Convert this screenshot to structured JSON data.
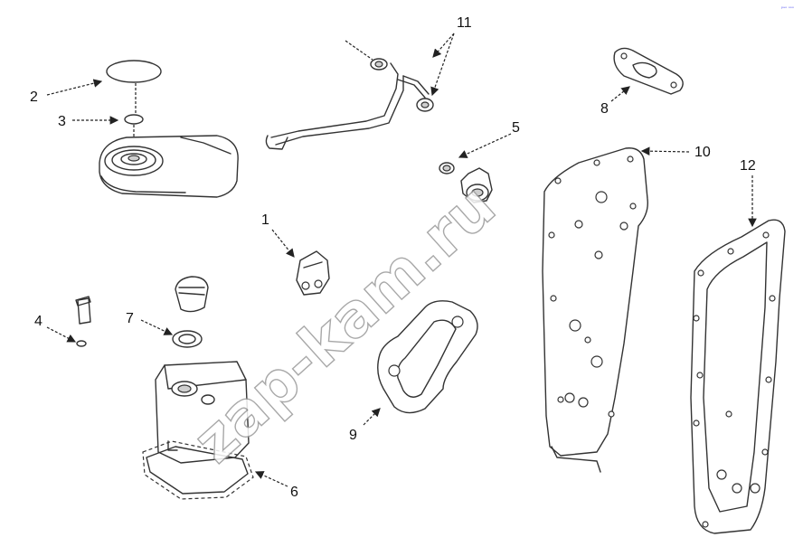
{
  "callouts": {
    "c1": "1",
    "c2": "2",
    "c3": "3",
    "c4": "4",
    "c5": "5",
    "c6": "6",
    "c7": "7",
    "c8": "8",
    "c9": "9",
    "c10": "10",
    "c11": "11",
    "c12": "12"
  },
  "watermark": "zap-kam.ru",
  "corner_mark": "ᵖᵘᵒ ᵒᵒᵒ",
  "colors": {
    "line": "#333333",
    "text": "#111111",
    "watermark_stroke": "#9a9a9a",
    "corner_mark": "#4a4af0"
  }
}
